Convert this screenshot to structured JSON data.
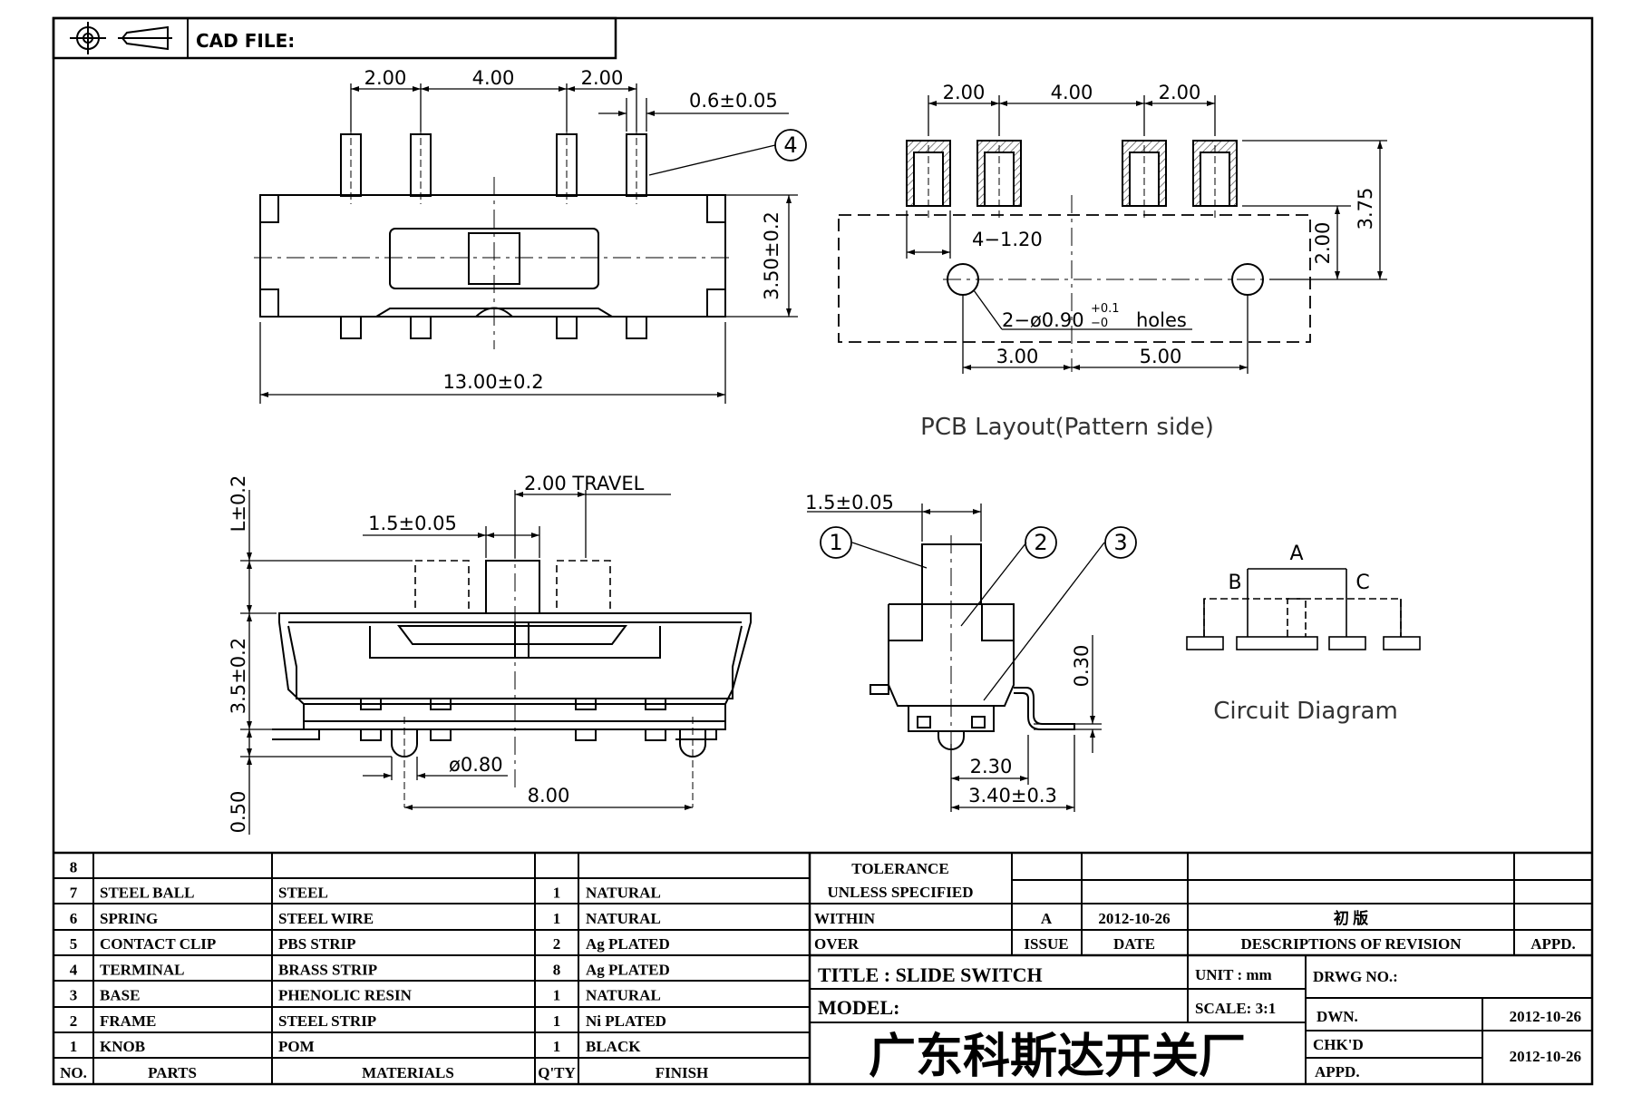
{
  "header": {
    "cad_file_label": "CAD FILE:"
  },
  "top_view": {
    "dim_pitch_left": "2.00",
    "dim_pitch_mid": "4.00",
    "dim_pitch_right": "2.00",
    "dim_pin_width": "0.6±0.05",
    "dim_height": "3.50±0.2",
    "dim_length": "13.00±0.2",
    "callout_4": "4"
  },
  "pcb_layout": {
    "dim_pad_left": "2.00",
    "dim_pad_mid": "4.00",
    "dim_pad_right": "2.00",
    "dim_pad_width": "4−1.20",
    "dim_pad_height": "2.00",
    "dim_pad_to_body": "3.75",
    "dim_holes_main": "2−ø0.90",
    "dim_holes_tol_plus": "+0.1",
    "dim_holes_tol_minus": "−0",
    "dim_holes_word": "holes",
    "dim_hole_left": "3.00",
    "dim_hole_right": "5.00",
    "caption": "PCB  Layout(Pattern  side)"
  },
  "front_view": {
    "dim_knob_height": "L±0.2",
    "dim_travel": "2.00  TRAVEL",
    "dim_knob_width": "1.5±0.05",
    "dim_body_height": "3.5±0.2",
    "dim_peg": "ø0.80",
    "dim_peg_spacing": "8.00",
    "dim_peg_height": "0.50"
  },
  "side_view": {
    "dim_knob_width": "1.5±0.05",
    "callout_1": "1",
    "callout_2": "2",
    "callout_3": "3",
    "dim_terminal_thk": "0.30",
    "dim_inner": "2.30",
    "dim_outer": "3.40±0.3"
  },
  "circuit": {
    "label_a": "A",
    "label_b": "B",
    "label_c": "C",
    "caption": "Circuit  Diagram"
  },
  "bom": {
    "rows": [
      {
        "no": "8",
        "part": "",
        "material": "",
        "qty": "",
        "finish": ""
      },
      {
        "no": "7",
        "part": "STEEL BALL",
        "material": "STEEL",
        "qty": "1",
        "finish": "NATURAL"
      },
      {
        "no": "6",
        "part": "SPRING",
        "material": "STEEL WIRE",
        "qty": "1",
        "finish": "NATURAL"
      },
      {
        "no": "5",
        "part": "CONTACT CLIP",
        "material": "PBS STRIP",
        "qty": "2",
        "finish": "Ag PLATED"
      },
      {
        "no": "4",
        "part": "TERMINAL",
        "material": "BRASS STRIP",
        "qty": "8",
        "finish": "Ag PLATED"
      },
      {
        "no": "3",
        "part": "BASE",
        "material": "PHENOLIC RESIN",
        "qty": "1",
        "finish": "NATURAL"
      },
      {
        "no": "2",
        "part": "FRAME",
        "material": "STEEL STRIP",
        "qty": "1",
        "finish": "Ni PLATED"
      },
      {
        "no": "1",
        "part": "KNOB",
        "material": "POM",
        "qty": "1",
        "finish": "BLACK"
      }
    ],
    "header": {
      "no": "NO.",
      "part": "PARTS",
      "material": "MATERIALS",
      "qty": "Q'TY",
      "finish": "FINISH"
    }
  },
  "title_block": {
    "tolerance_1": "TOLERANCE",
    "tolerance_2": "UNLESS  SPECIFIED",
    "within": "WITHIN",
    "over": "OVER",
    "rev_issue": "A",
    "rev_date": "2012-10-26",
    "rev_desc": "初  版",
    "issue_label": "ISSUE",
    "date_label": "DATE",
    "desc_label": "DESCRIPTIONS OF REVISION",
    "appd_label": "APPD.",
    "title": "TITLE : SLIDE SWITCH",
    "unit": "UNIT :  mm",
    "drwg_no": "DRWG NO.:",
    "model": "MODEL:",
    "scale": "SCALE:  3:1",
    "dwn_label": "DWN.",
    "dwn_date": "2012-10-26",
    "chkd_label": "CHK'D",
    "appd2_label": "APPD.",
    "chkd_date": "2012-10-26",
    "company": "广东科斯达开关厂"
  }
}
